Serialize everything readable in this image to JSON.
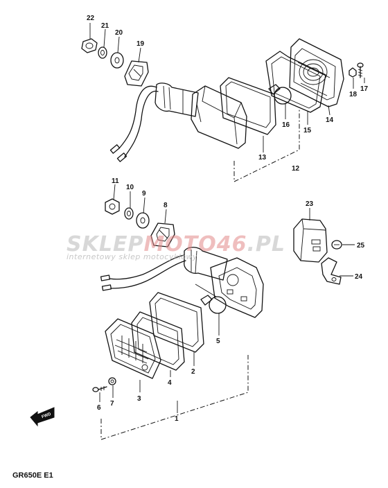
{
  "model_code": "GR650E E1",
  "watermark": {
    "brand_prefix": "SKLEP",
    "brand_accent": "MOTO46",
    "brand_suffix": ".PL",
    "tagline": "internetowy sklep motocyklowy"
  },
  "forward_marker": "FWD",
  "callouts": [
    "22",
    "21",
    "20",
    "19",
    "18",
    "17",
    "16",
    "15",
    "14",
    "13",
    "12",
    "11",
    "10",
    "9",
    "8",
    "23",
    "25",
    "24",
    "5",
    "2",
    "4",
    "3",
    "7",
    "6",
    "1"
  ],
  "colors": {
    "line": "#111111",
    "watermark_gray": "#b9b9b9",
    "watermark_accent": "#e38a8a"
  }
}
